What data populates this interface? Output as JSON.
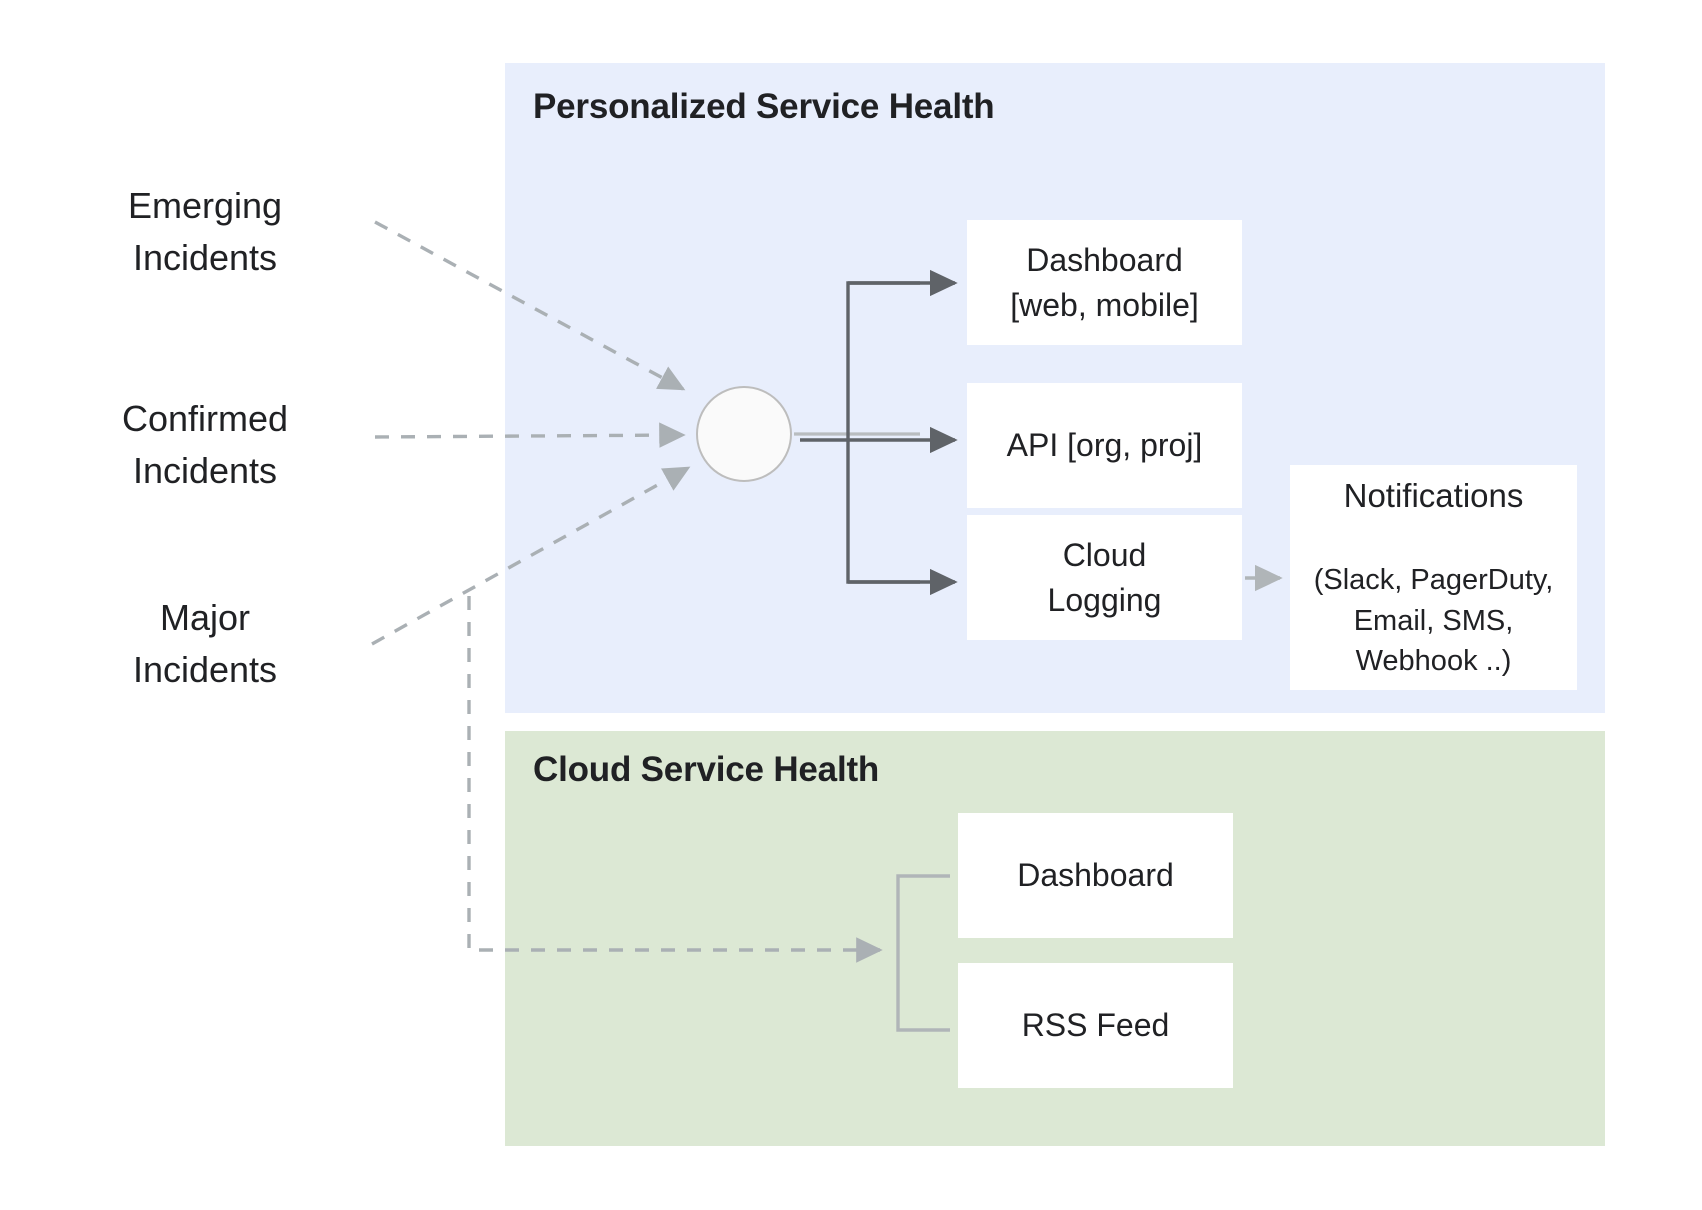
{
  "diagram": {
    "title_bar": "",
    "sections": [
      {
        "id": "personalized-service-health",
        "title": "Personalized Service Health",
        "background": "#e8eefc"
      },
      {
        "id": "cloud-service-health",
        "title": "Cloud Service Health",
        "background": "#dce8d4"
      }
    ],
    "sources": [
      {
        "id": "emerging",
        "label": "Emerging\nIncidents"
      },
      {
        "id": "confirmed",
        "label": "Confirmed\nIncidents"
      },
      {
        "id": "major",
        "label": "Major\nIncidents"
      }
    ],
    "hub": {
      "id": "aggregation-node",
      "label": ""
    },
    "psh_outputs": [
      {
        "id": "dashboard-web-mobile",
        "label": "Dashboard\n[web, mobile]"
      },
      {
        "id": "api-org-proj",
        "label": "API [org, proj]"
      },
      {
        "id": "cloud-logging",
        "label": "Cloud\nLogging"
      }
    ],
    "notifications": {
      "id": "notifications",
      "title": "Notifications",
      "subtitle": "(Slack, PagerDuty,\nEmail, SMS,\nWebhook ..)"
    },
    "csh_outputs": [
      {
        "id": "dashboard",
        "label": "Dashboard"
      },
      {
        "id": "rss-feed",
        "label": "RSS Feed"
      }
    ],
    "colors": {
      "psh_panel": "#e8eefc",
      "csh_panel": "#dce8d4",
      "box_fill": "#ffffff",
      "solid_connector": "#5f6368",
      "light_connector": "#b0b5b8",
      "dashed_connector": "#aab0b4",
      "text": "#202124"
    }
  }
}
